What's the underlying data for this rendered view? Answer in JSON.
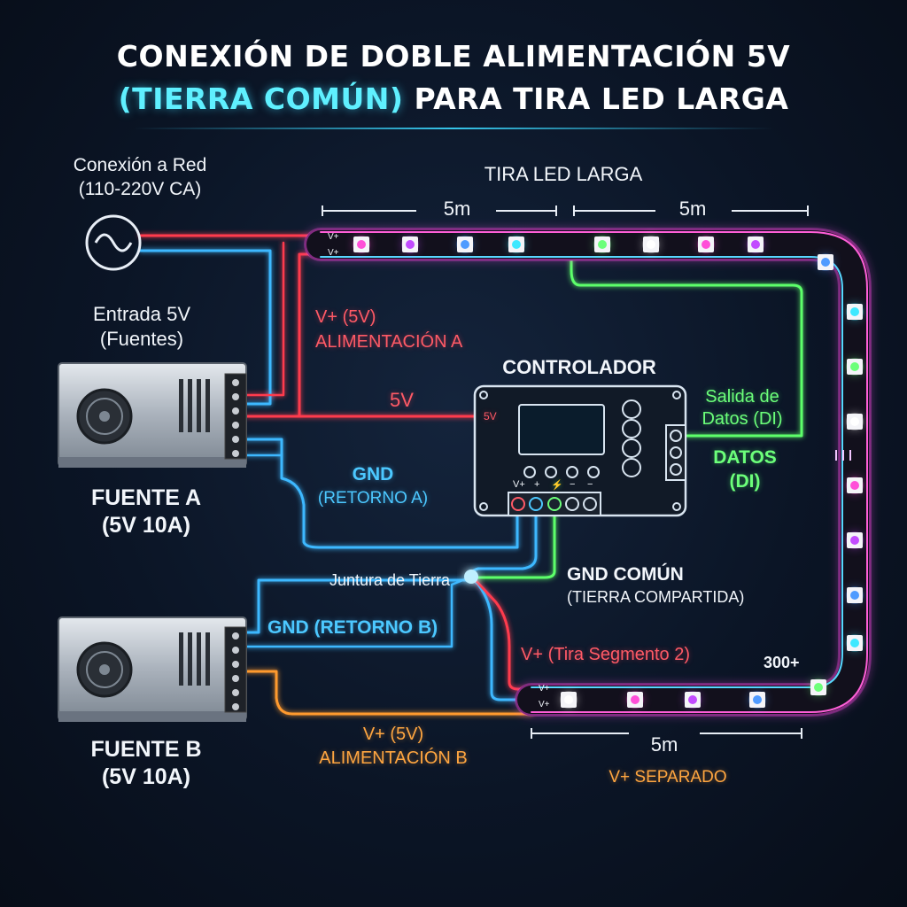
{
  "title": {
    "line1": "CONEXIÓN DE DOBLE ALIMENTACIÓN 5V",
    "line2_accent": "(TIERRA COMÚN)",
    "line2_rest": " PARA TIRA LED LARGA"
  },
  "mains": {
    "line1": "Conexión a Red",
    "line2": "(110-220V CA)",
    "icon": "ac-source-icon"
  },
  "input": {
    "line1": "Entrada 5V",
    "line2": "(Fuentes)"
  },
  "psu_a": {
    "name": "FUENTE A",
    "spec": "(5V 10A)"
  },
  "psu_b": {
    "name": "FUENTE B",
    "spec": "(5V 10A)"
  },
  "strip": {
    "title": "TIRA LED LARGA",
    "seg1_len": "5m",
    "seg2_len": "5m",
    "seg3_len": "5m",
    "pin_vplus": "V+",
    "count": "300+",
    "separated": "V+ SEPARADO"
  },
  "controller": {
    "title": "CONTROLADOR",
    "input_5v": "5V",
    "terminals": [
      "V+",
      "+",
      "⚡",
      "−",
      "−"
    ]
  },
  "wires": {
    "vplus_a_1": "V+ (5V)",
    "vplus_a_2": "ALIMENTACIÓN A",
    "five_v": "5V",
    "gnd_a_1": "GND",
    "gnd_a_2": "(RETORNO A)",
    "data_out_1": "Salida de",
    "data_out_2": "Datos (DI)",
    "data_1": "DATOS",
    "data_2": "(DI)",
    "ground_junction": "Juntura de Tierra",
    "gnd_b": "GND (RETORNO B)",
    "gnd_common_1": "GND COMÚN",
    "gnd_common_2": "(TIERRA COMPARTIDA)",
    "vplus_seg2": "V+ (Tira Segmento 2)",
    "vplus_b_1": "V+ (5V)",
    "vplus_b_2": "ALIMENTACIÓN B"
  },
  "colors": {
    "power": "#ff3b4e",
    "ground": "#3db8ff",
    "data": "#5dff6a",
    "power_b": "#ff9a2e",
    "accent": "#5ff0ff"
  }
}
